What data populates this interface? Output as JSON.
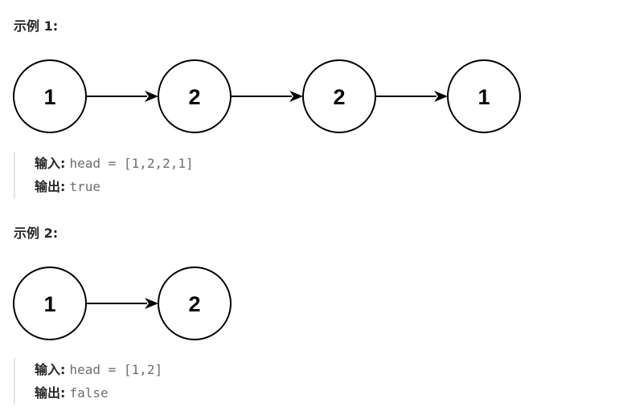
{
  "examples": [
    {
      "heading": "示例 1:",
      "nodes": [
        "1",
        "2",
        "2",
        "1"
      ],
      "input_label": "输入:",
      "input_value": "head = [1,2,2,1]",
      "output_label": "输出:",
      "output_value": "true"
    },
    {
      "heading": "示例 2:",
      "nodes": [
        "1",
        "2"
      ],
      "input_label": "输入:",
      "input_value": "head = [1,2]",
      "output_label": "输出:",
      "output_value": "false"
    }
  ]
}
